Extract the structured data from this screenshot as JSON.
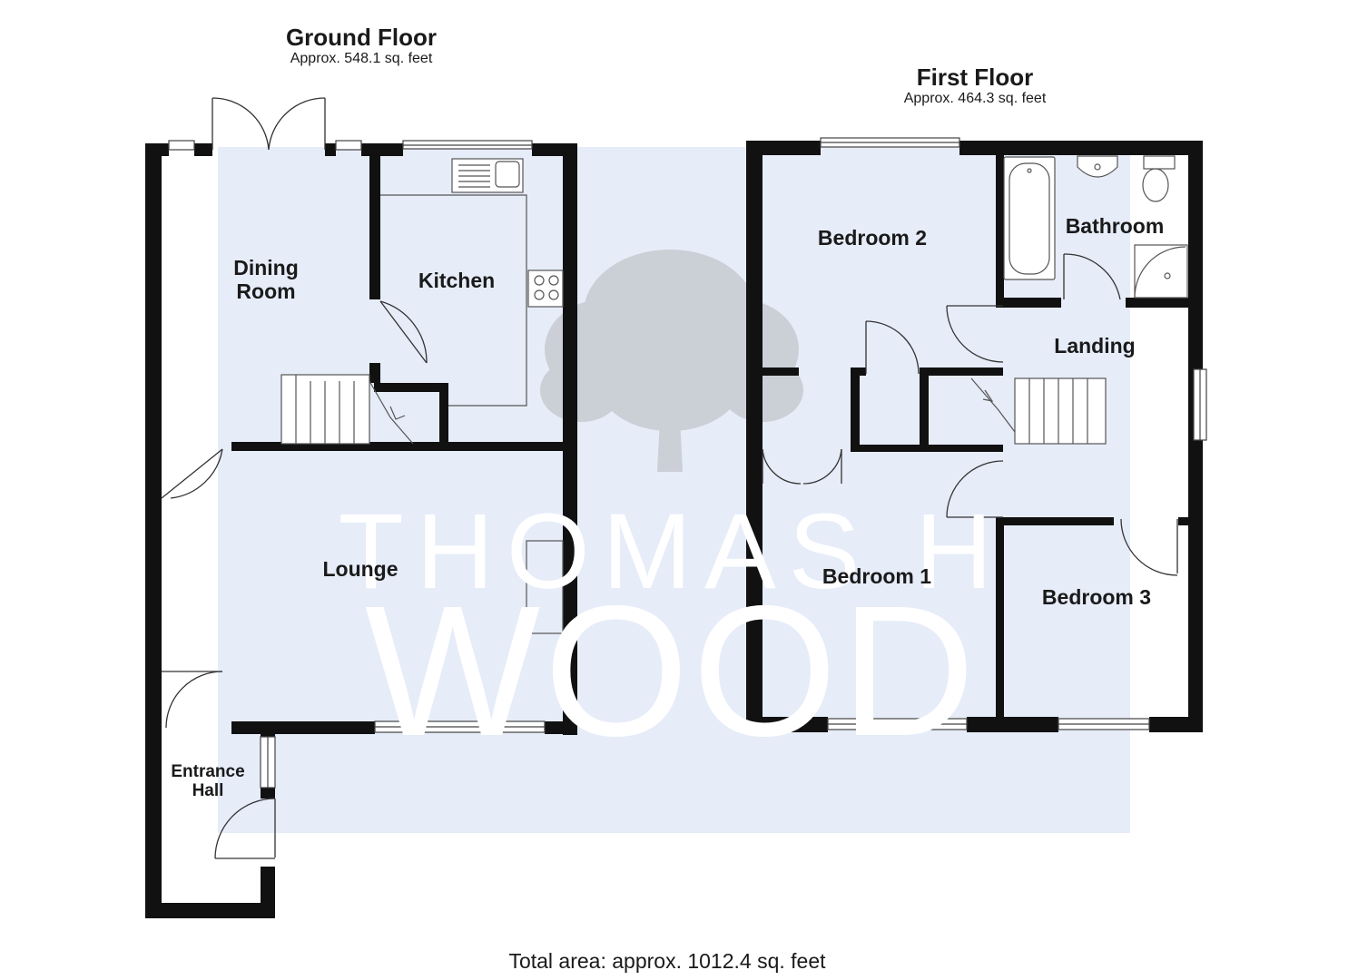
{
  "ground_floor": {
    "title": "Ground Floor",
    "area": "Approx. 548.1 sq. feet",
    "rooms": {
      "dining": "Dining\nRoom",
      "kitchen": "Kitchen",
      "lounge": "Lounge",
      "entrance": "Entrance\nHall"
    }
  },
  "first_floor": {
    "title": "First Floor",
    "area": "Approx. 464.3 sq. feet",
    "rooms": {
      "bedroom2": "Bedroom 2",
      "bathroom": "Bathroom",
      "landing": "Landing",
      "bedroom1": "Bedroom 1",
      "bedroom3": "Bedroom 3"
    }
  },
  "total_area": "Total area: approx. 1012.4 sq. feet",
  "watermark": {
    "line1": "THOMAS H",
    "line2": "WOOD"
  },
  "colors": {
    "wall": "#111111",
    "background_panel": "#e6ecf8",
    "tree": "#c9c9c9",
    "watermark_text": "#ffffff",
    "fixture_line": "#555555"
  }
}
